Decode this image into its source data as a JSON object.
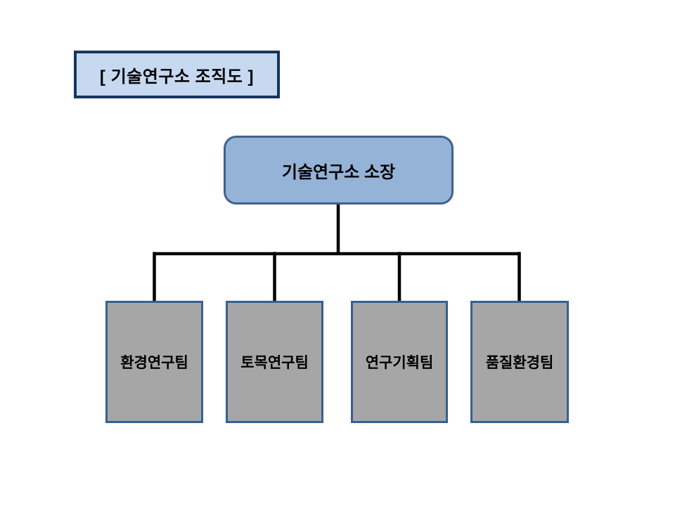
{
  "slide": {
    "title": "[ 기술연구소 조직도 ]"
  },
  "org_chart": {
    "root": {
      "label": "기술연구소 소장"
    },
    "teams": [
      {
        "label": "환경연구팀"
      },
      {
        "label": "토목연구팀"
      },
      {
        "label": "연구기획팀"
      },
      {
        "label": "품질환경팀"
      }
    ]
  },
  "colors": {
    "title_box_fill": "#c6d9f1",
    "title_box_border": "#17365d",
    "root_node_fill": "#95b3d7",
    "root_node_border": "#41618e",
    "team_box_fill": "#a6a6a6",
    "team_box_border": "#376092",
    "connector_line": "#000000",
    "text": "#000000",
    "background": "#ffffff"
  }
}
